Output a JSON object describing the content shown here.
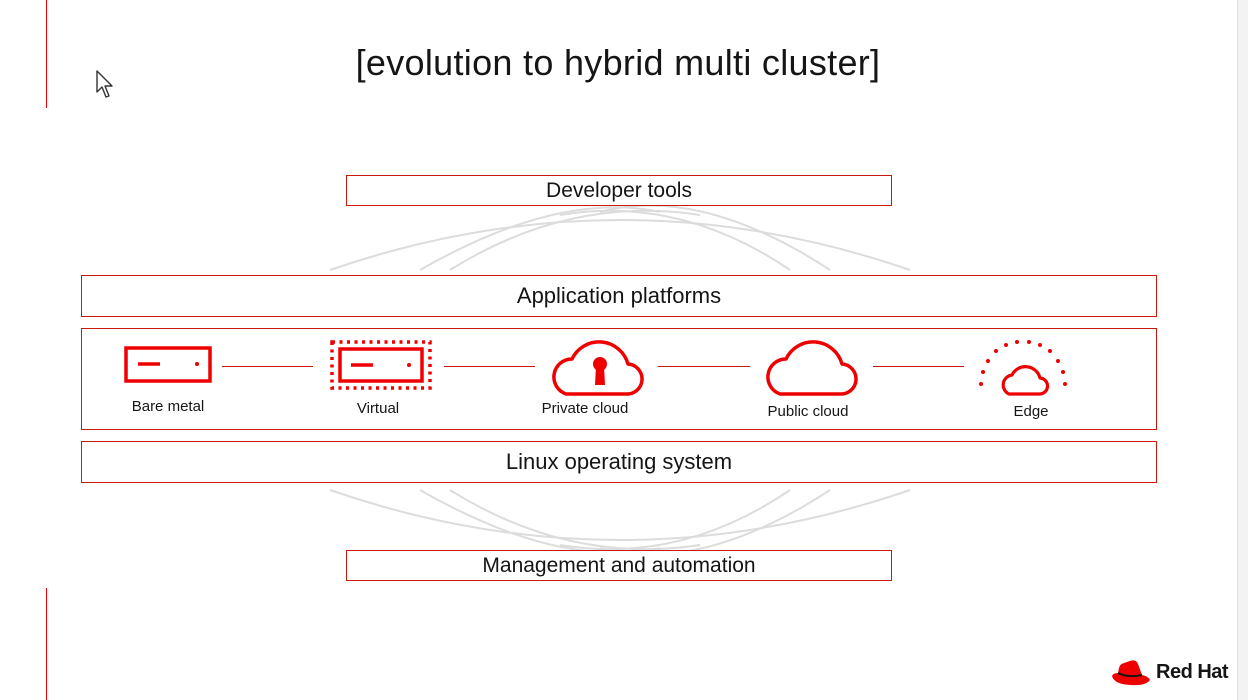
{
  "slide": {
    "title": "[evolution to hybrid multi cluster]"
  },
  "layers": {
    "developer_tools": "Developer tools",
    "application_platforms": "Application platforms",
    "linux_os": "Linux operating system",
    "management": "Management and automation"
  },
  "infrastructure": [
    {
      "label": "Bare metal",
      "icon": "server-icon"
    },
    {
      "label": "Virtual",
      "icon": "virtual-server-icon"
    },
    {
      "label": "Private cloud",
      "icon": "private-cloud-lock-icon"
    },
    {
      "label": "Public cloud",
      "icon": "cloud-icon"
    },
    {
      "label": "Edge",
      "icon": "edge-cloud-icon"
    }
  ],
  "brand": {
    "logo_text": "Red Hat",
    "accent": "#ee0000",
    "border": "#c9190b"
  }
}
